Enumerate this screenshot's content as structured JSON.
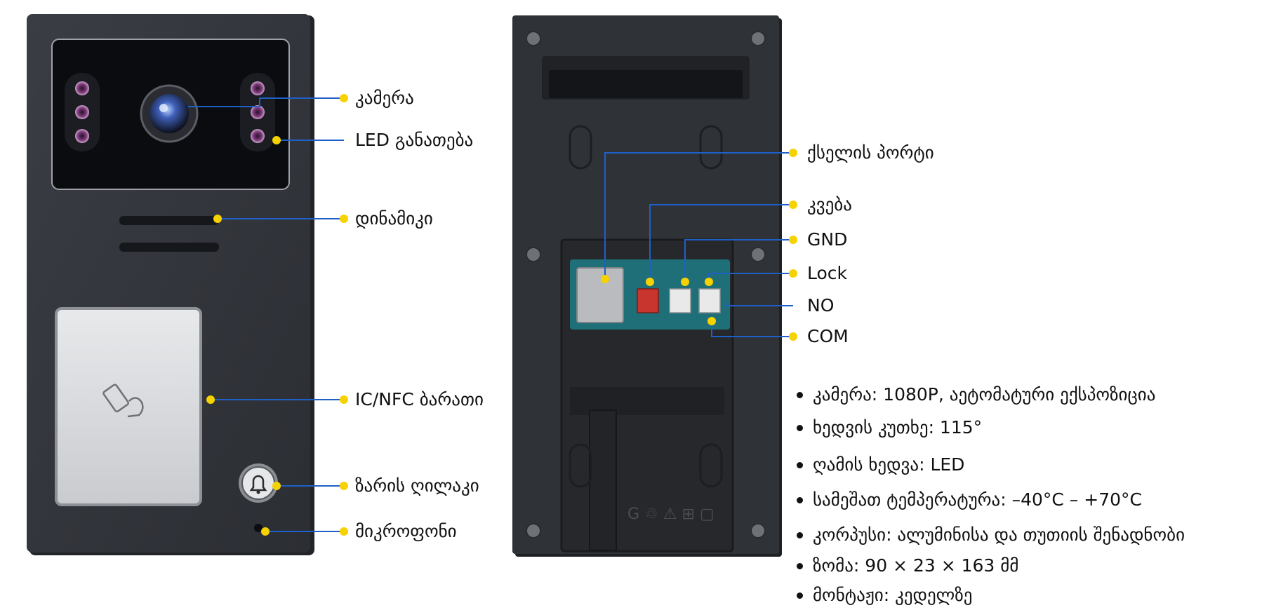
{
  "front_labels": [
    {
      "id": "camera",
      "text": "კამერა"
    },
    {
      "id": "led",
      "text": "LED განათება"
    },
    {
      "id": "speaker",
      "text": "დინამიკი"
    },
    {
      "id": "card",
      "text": "IC/NFC ბარათი"
    },
    {
      "id": "bell",
      "text": "ზარის ღილაკი"
    },
    {
      "id": "mic",
      "text": "მიკროფონი"
    }
  ],
  "back_labels": [
    {
      "id": "network",
      "text": "ქსელის პორტი"
    },
    {
      "id": "power",
      "text": "კვება"
    },
    {
      "id": "gnd",
      "text": "GND"
    },
    {
      "id": "lock",
      "text": "Lock"
    },
    {
      "id": "no",
      "text": "NO"
    },
    {
      "id": "com",
      "text": "COM"
    }
  ],
  "specs": [
    "კამერა: 1080P,  აეტომატური ექსპოზიცია",
    "ხედვის კუთხე: 115°",
    "ღამის ხედვა: LED",
    "სამეშათ ტემპერატურა: –40°C – +70°C",
    "კორპუსი: ალუმინისა და თუთიის შენადნობი",
    "ზომა: 90 × 23 × 163 მმ",
    "მონტაჟი: კედელზე"
  ],
  "colors": {
    "panel": "#34373d",
    "lens": "#08090c",
    "leader": "#1f5fc8",
    "dot": "#f5d200",
    "pcb": "#1f6f78"
  }
}
